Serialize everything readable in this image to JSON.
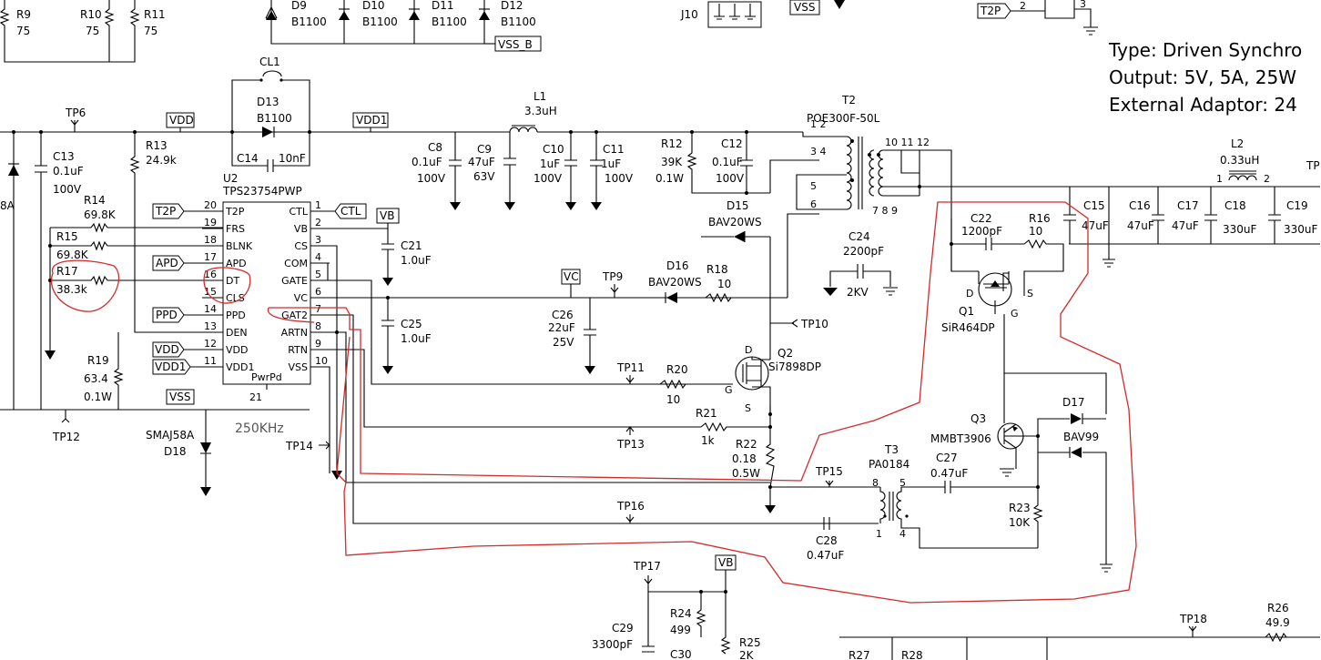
{
  "title_block": {
    "type_line": "Type: Driven Synchro",
    "output_line": "Output: 5V, 5A, 25W",
    "adaptor_line": "External Adaptor: 24"
  },
  "ic": {
    "ref": "U2",
    "part": "TPS23754PWP",
    "pad_label": "PwrPd",
    "pad_pin": "21",
    "freq_note": "250KHz",
    "left_pins": [
      {
        "num": "20",
        "name": "T2P"
      },
      {
        "num": "19",
        "name": "FRS"
      },
      {
        "num": "18",
        "name": "BLNK"
      },
      {
        "num": "17",
        "name": "APD"
      },
      {
        "num": "16",
        "name": "DT"
      },
      {
        "num": "15",
        "name": "CLS"
      },
      {
        "num": "14",
        "name": "PPD"
      },
      {
        "num": "13",
        "name": "DEN"
      },
      {
        "num": "12",
        "name": "VDD"
      },
      {
        "num": "11",
        "name": "VDD1"
      }
    ],
    "right_pins": [
      {
        "num": "1",
        "name": "CTL"
      },
      {
        "num": "2",
        "name": "VB"
      },
      {
        "num": "3",
        "name": "CS"
      },
      {
        "num": "4",
        "name": "COM"
      },
      {
        "num": "5",
        "name": "GATE"
      },
      {
        "num": "6",
        "name": "VC"
      },
      {
        "num": "7",
        "name": "GAT2"
      },
      {
        "num": "8",
        "name": "ARTN"
      },
      {
        "num": "9",
        "name": "RTN"
      },
      {
        "num": "10",
        "name": "VSS"
      }
    ]
  },
  "nets": {
    "vdd": "VDD",
    "vdd1": "VDD1",
    "vss": "VSS",
    "vss_b": "VSS_B",
    "vb": "VB",
    "vc": "VC",
    "ctl": "CTL",
    "t2p": "T2P",
    "apd": "APD",
    "ppd": "PPD"
  },
  "connector": {
    "ref": "J10"
  },
  "test_points": {
    "tp6": "TP6",
    "tp9": "TP9",
    "tp10": "TP10",
    "tp11": "TP11",
    "tp12": "TP12",
    "tp13": "TP13",
    "tp14": "TP14",
    "tp15": "TP15",
    "tp16": "TP16",
    "tp17": "TP17",
    "tp18": "TP18",
    "tp_edge": "TP"
  },
  "components": {
    "r9": {
      "ref": "R9",
      "val": "75"
    },
    "r10": {
      "ref": "R10",
      "val": "75"
    },
    "r11": {
      "ref": "R11",
      "val": "75"
    },
    "d9": {
      "ref": "D9",
      "val": "B1100"
    },
    "d10": {
      "ref": "D10",
      "val": "B1100"
    },
    "d11": {
      "ref": "D11",
      "val": "B1100"
    },
    "d12": {
      "ref": "D12",
      "val": "B1100"
    },
    "cl1": {
      "ref": "CL1"
    },
    "d13": {
      "ref": "D13",
      "val": "B1100"
    },
    "c14": {
      "ref": "C14",
      "val": "10nF"
    },
    "c13": {
      "ref": "C13",
      "val": "0.1uF",
      "val2": "100V"
    },
    "r13": {
      "ref": "R13",
      "val": "24.9k"
    },
    "r14": {
      "ref": "R14",
      "val": "69.8K"
    },
    "r15": {
      "ref": "R15",
      "val": "69.8K"
    },
    "r17": {
      "ref": "R17",
      "val": "38.3k"
    },
    "r19": {
      "ref": "R19",
      "val": "63.4",
      "val2": "0.1W"
    },
    "d18": {
      "ref": "D18",
      "val": "SMAJ58A"
    },
    "d_left_val": "8A",
    "l1": {
      "ref": "L1",
      "val": "3.3uH"
    },
    "c8": {
      "ref": "C8",
      "val": "0.1uF",
      "val2": "100V"
    },
    "c9": {
      "ref": "C9",
      "val": "47uF",
      "val2": "63V"
    },
    "c10": {
      "ref": "C10",
      "val": "1uF",
      "val2": "100V"
    },
    "c11": {
      "ref": "C11",
      "val": "1uF",
      "val2": "100V"
    },
    "r12": {
      "ref": "R12",
      "val": "39K",
      "val2": "0.1W"
    },
    "c12": {
      "ref": "C12",
      "val": "0.1uF",
      "val2": "100V"
    },
    "d15": {
      "ref": "D15",
      "val": "BAV20WS"
    },
    "t2": {
      "ref": "T2",
      "val": "POE300F-50L",
      "pins_a": "1 2",
      "pins_b": "3 4",
      "pin5": "5",
      "pin6": "6",
      "pins_sec": "10 11 12",
      "pins_sec2": "7 8 9"
    },
    "c24": {
      "ref": "C24",
      "val": "2200pF",
      "val2": "2KV"
    },
    "c21": {
      "ref": "C21",
      "val": "1.0uF"
    },
    "c25": {
      "ref": "C25",
      "val": "1.0uF"
    },
    "c26": {
      "ref": "C26",
      "val": "22uF",
      "val2": "25V"
    },
    "d16": {
      "ref": "D16",
      "val": "BAV20WS"
    },
    "r18": {
      "ref": "R18",
      "val": "10"
    },
    "q2": {
      "ref": "Q2",
      "val": "Si7898DP"
    },
    "r20": {
      "ref": "R20",
      "val": "10"
    },
    "r21": {
      "ref": "R21",
      "val": "1k"
    },
    "r22": {
      "ref": "R22",
      "val": "0.18",
      "val2": "0.5W"
    },
    "t3": {
      "ref": "T3",
      "val": "PA0184"
    },
    "c27": {
      "ref": "C27",
      "val": "0.47uF"
    },
    "c28": {
      "ref": "C28",
      "val": "0.47uF"
    },
    "c22": {
      "ref": "C22",
      "val": "1200pF"
    },
    "r16": {
      "ref": "R16",
      "val": "10"
    },
    "q1": {
      "ref": "Q1",
      "val": "SiR464DP"
    },
    "q3": {
      "ref": "Q3",
      "val": "MMBT3906"
    },
    "d17": {
      "ref": "D17",
      "val": "BAV99"
    },
    "r23": {
      "ref": "R23",
      "val": "10K"
    },
    "c15": {
      "ref": "C15",
      "val": "47uF"
    },
    "c16": {
      "ref": "C16",
      "val": "47uF"
    },
    "c17": {
      "ref": "C17",
      "val": "47uF"
    },
    "c18": {
      "ref": "C18",
      "val": "330uF"
    },
    "c19": {
      "ref": "C19",
      "val": "330uF"
    },
    "l2": {
      "ref": "L2",
      "val": "0.33uH"
    },
    "c29": {
      "ref": "C29",
      "val": "3300pF"
    },
    "c30": {
      "ref": "C30"
    },
    "r24": {
      "ref": "R24",
      "val": "499"
    },
    "r25": {
      "ref": "R25",
      "val": "2K"
    },
    "r26": {
      "ref": "R26",
      "val": "49.9"
    },
    "r27": {
      "ref": "R27"
    },
    "r28": {
      "ref": "R28"
    }
  },
  "misc_pin_labels": {
    "p1": "1",
    "p2": "2",
    "p3": "3",
    "p_d": "D",
    "p_g": "G",
    "p_s": "S",
    "t3_8": "8",
    "t3_5": "5",
    "t3_1": "1",
    "t3_4": "4",
    "l2_1": "1",
    "l2_2": "2",
    "t2p_2": "2",
    "t2p_3": "3"
  },
  "annotation_color": "#d42a2a"
}
